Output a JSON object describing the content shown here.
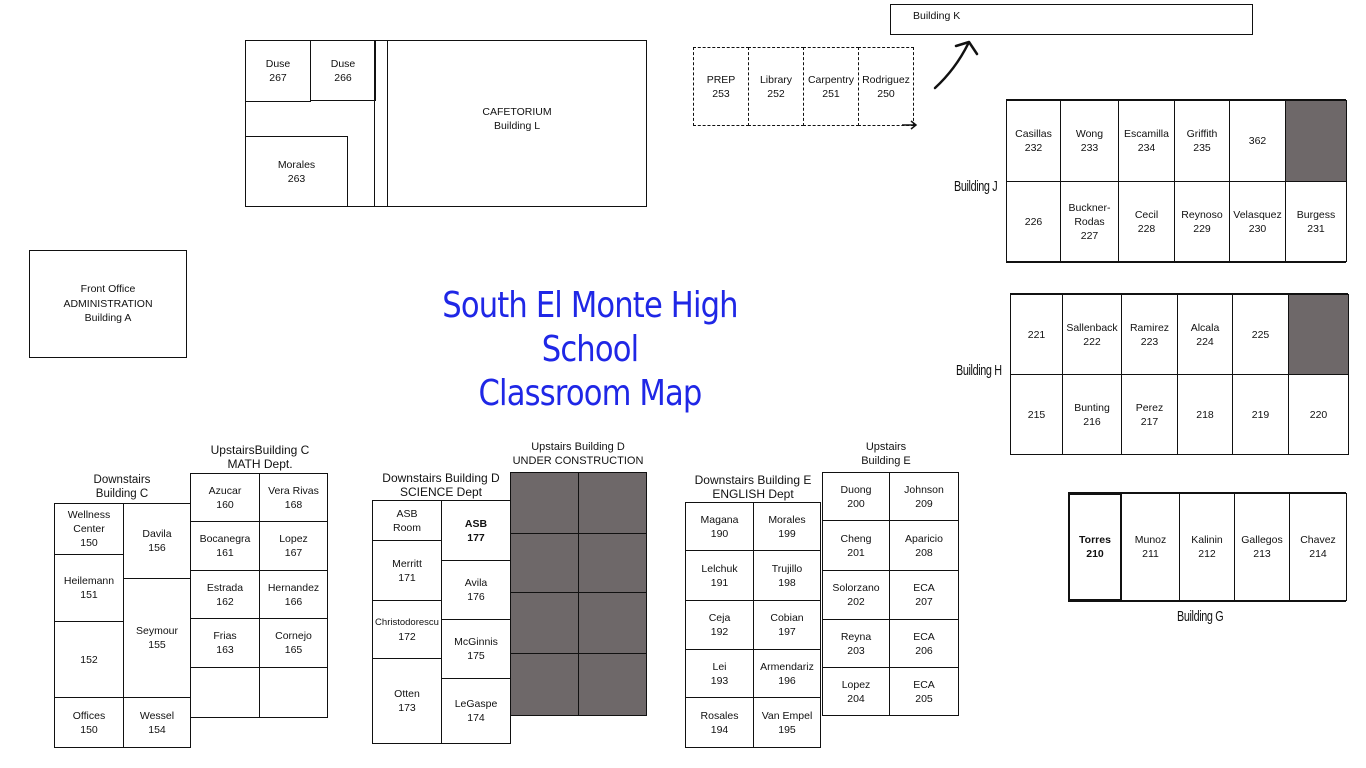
{
  "title": {
    "line1": "South El Monte High School",
    "line2": "Classroom Map"
  },
  "building_labels": {
    "j": "Building J",
    "h": "Building H",
    "g": "Building G",
    "k": "Building K",
    "c_down": "Downstairs\nBuilding C",
    "c_up": "UpstairsBuilding C\nMATH Dept.",
    "d_down": "Downstairs Building D\nSCIENCE Dept",
    "d_up": "Upstairs Building D\nUNDER CONSTRUCTION",
    "e_down": "Downstairs Building E\nENGLISH Dept",
    "e_up": "Upstairs\nBuilding E"
  },
  "building_a": {
    "line1": "Front Office",
    "line2": "ADMINISTRATION",
    "line3": "Building A"
  },
  "building_l": {
    "cafetorium": {
      "name": "CAFETORIUM",
      "num": "Building L"
    },
    "rooms": [
      {
        "name": "Duse",
        "num": "267"
      },
      {
        "name": "Duse",
        "num": "266"
      },
      {
        "name": "Morales",
        "num": "263"
      }
    ]
  },
  "portables": [
    {
      "name": "PREP",
      "num": "253"
    },
    {
      "name": "Library",
      "num": "252"
    },
    {
      "name": "Carpentry",
      "num": "251"
    },
    {
      "name": "Rodriguez",
      "num": "250"
    }
  ],
  "building_j": {
    "top": [
      {
        "name": "Casillas",
        "num": "232"
      },
      {
        "name": "Wong",
        "num": "233"
      },
      {
        "name": "Escamilla",
        "num": "234"
      },
      {
        "name": "Griffith",
        "num": "235"
      },
      {
        "name": "",
        "num": "362"
      },
      {
        "name": "",
        "num": ""
      }
    ],
    "bottom": [
      {
        "name": "",
        "num": "226"
      },
      {
        "name": "Buckner-\nRodas",
        "num": "227"
      },
      {
        "name": "Cecil",
        "num": "228"
      },
      {
        "name": "Reynoso",
        "num": "229"
      },
      {
        "name": "Velasquez",
        "num": "230"
      },
      {
        "name": "Burgess",
        "num": "231"
      }
    ]
  },
  "building_h": {
    "top": [
      {
        "name": "",
        "num": "221"
      },
      {
        "name": "Sallenback",
        "num": "222"
      },
      {
        "name": "Ramirez",
        "num": "223"
      },
      {
        "name": "Alcala",
        "num": "224"
      },
      {
        "name": "",
        "num": "225"
      },
      {
        "name": "",
        "num": ""
      }
    ],
    "bottom": [
      {
        "name": "",
        "num": "215"
      },
      {
        "name": "Bunting",
        "num": "216"
      },
      {
        "name": "Perez",
        "num": "217"
      },
      {
        "name": "",
        "num": "218"
      },
      {
        "name": "",
        "num": "219"
      },
      {
        "name": "",
        "num": "220"
      }
    ]
  },
  "building_g": [
    {
      "name": "Torres",
      "num": "210"
    },
    {
      "name": "Munoz",
      "num": "211"
    },
    {
      "name": "Kalinin",
      "num": "212"
    },
    {
      "name": "Gallegos",
      "num": "213"
    },
    {
      "name": "Chavez",
      "num": "214"
    }
  ],
  "building_c_down": {
    "left": [
      {
        "name": "Wellness\nCenter",
        "num": "150"
      },
      {
        "name": "Heilemann",
        "num": "151"
      },
      {
        "name": "",
        "num": "152"
      },
      {
        "name": "Offices",
        "num": "150"
      }
    ],
    "right": [
      {
        "name": "Davila",
        "num": "156"
      },
      {
        "name": "Seymour",
        "num": "155"
      },
      {
        "name": "Wessel",
        "num": "154"
      }
    ]
  },
  "building_c_up": [
    {
      "name": "Azucar",
      "num": "160"
    },
    {
      "name": "Vera Rivas",
      "num": "168"
    },
    {
      "name": "Bocanegra",
      "num": "161"
    },
    {
      "name": "Lopez",
      "num": "167"
    },
    {
      "name": "Estrada",
      "num": "162"
    },
    {
      "name": "Hernandez",
      "num": "166"
    },
    {
      "name": "Frias",
      "num": "163"
    },
    {
      "name": "Cornejo",
      "num": "165"
    },
    {
      "name": "",
      "num": ""
    },
    {
      "name": "",
      "num": ""
    }
  ],
  "building_d_down": {
    "left": [
      {
        "name": "ASB\nRoom",
        "num": ""
      },
      {
        "name": "Merritt",
        "num": "171"
      },
      {
        "name": "Christodorescu",
        "num": "172"
      },
      {
        "name": "Otten",
        "num": "173"
      }
    ],
    "right": [
      {
        "name": "ASB",
        "num": "177"
      },
      {
        "name": "Avila",
        "num": "176"
      },
      {
        "name": "McGinnis",
        "num": "175"
      },
      {
        "name": "LeGaspe",
        "num": "174"
      }
    ]
  },
  "building_e_down": [
    {
      "name": "Magana",
      "num": "190"
    },
    {
      "name": "Morales",
      "num": "199"
    },
    {
      "name": "Lelchuk",
      "num": "191"
    },
    {
      "name": "Trujillo",
      "num": "198"
    },
    {
      "name": "Ceja",
      "num": "192"
    },
    {
      "name": "Cobian",
      "num": "197"
    },
    {
      "name": "Lei",
      "num": "193"
    },
    {
      "name": "Armendariz",
      "num": "196"
    },
    {
      "name": "Rosales",
      "num": "194"
    },
    {
      "name": "Van Empel",
      "num": "195"
    }
  ],
  "building_e_up": [
    {
      "name": "Duong",
      "num": "200"
    },
    {
      "name": "Johnson",
      "num": "209"
    },
    {
      "name": "Cheng",
      "num": "201"
    },
    {
      "name": "Aparicio",
      "num": "208"
    },
    {
      "name": "Solorzano",
      "num": "202"
    },
    {
      "name": "ECA",
      "num": "207"
    },
    {
      "name": "Reyna",
      "num": "203"
    },
    {
      "name": "ECA",
      "num": "206"
    },
    {
      "name": "Lopez",
      "num": "204"
    },
    {
      "name": "ECA",
      "num": "205"
    }
  ],
  "colors": {
    "title": "#1f27e6",
    "unavailable_room": "#6e6869",
    "line": "#111111"
  }
}
